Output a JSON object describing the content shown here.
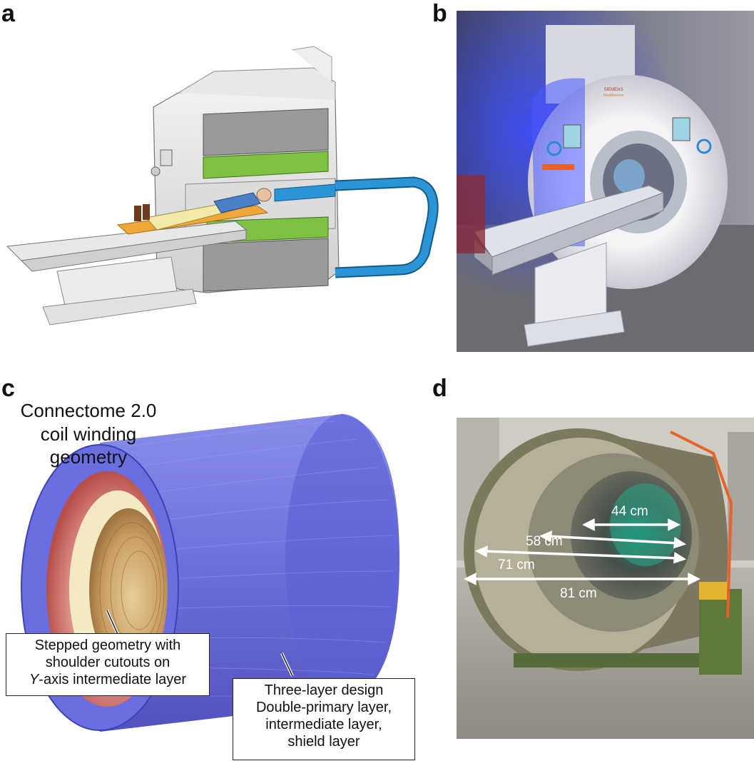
{
  "panels": {
    "a": {
      "letter": "a"
    },
    "b": {
      "letter": "b",
      "brand_line1": "SIEMENS",
      "brand_line2": "Healthineers"
    },
    "c": {
      "letter": "c",
      "title_line1": "Connectome 2.0",
      "title_line2": "coil winding",
      "title_line3": "geometry",
      "callout_left_line1": "Stepped geometry with",
      "callout_left_line2": "shoulder cutouts on",
      "callout_left_line3_italic": "Y",
      "callout_left_line3_rest": "-axis intermediate layer",
      "callout_right_line1": "Three-layer design",
      "callout_right_line2": "Double-primary layer,",
      "callout_right_line3": "intermediate layer,",
      "callout_right_line4": "shield layer"
    },
    "d": {
      "letter": "d",
      "dimensions": [
        "44 cm",
        "58 cm",
        "71 cm",
        "81 cm"
      ]
    }
  },
  "colors": {
    "gradient_green": "#7dc242",
    "return_cable_blue": "#2b95d6",
    "patient_table_orange": "#f0a73a",
    "coil_shield_purple": "#5b5fd6",
    "coil_primary_red": "#d9837f",
    "coil_inner_gold": "#d7b27a",
    "scanner_light_blue": "#3a4cff"
  }
}
